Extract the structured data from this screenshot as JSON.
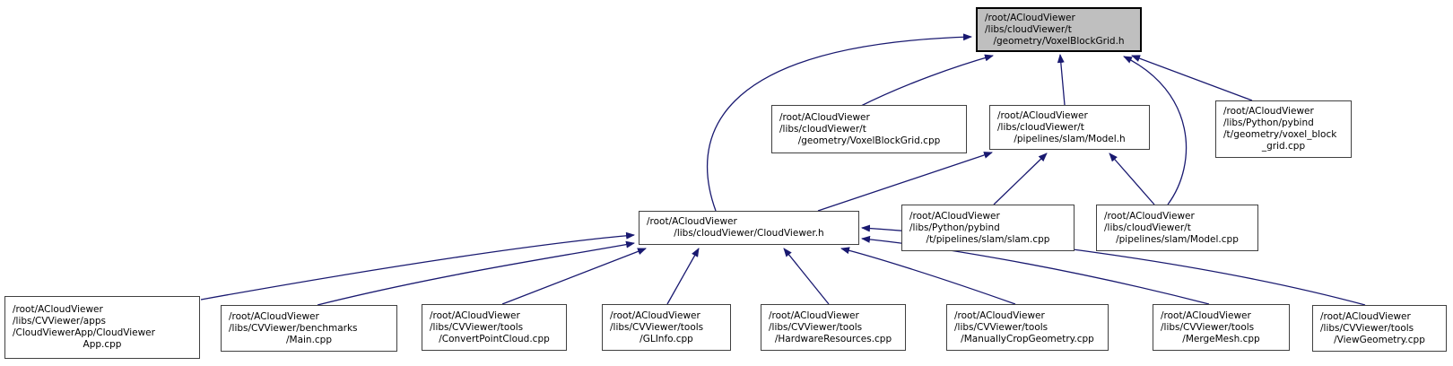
{
  "graph": {
    "description": "included-by dependency graph",
    "colors": {
      "edge": "#191970",
      "selected_fill": "#bfbfbf",
      "node_fill": "#ffffff",
      "node_border": "#404040"
    },
    "nodes": [
      {
        "id": "voxel-block-grid-h",
        "label": "/root/ACloudViewer\n/libs/cloudViewer/t\n/geometry/VoxelBlockGrid.h",
        "selected": true
      },
      {
        "id": "voxel-block-grid-cpp",
        "label": "/root/ACloudViewer\n/libs/cloudViewer/t\n/geometry/VoxelBlockGrid.cpp",
        "selected": false
      },
      {
        "id": "model-h",
        "label": "/root/ACloudViewer\n/libs/cloudViewer/t\n/pipelines/slam/Model.h",
        "selected": false
      },
      {
        "id": "pybind-voxel-block-grid-cpp",
        "label": "/root/ACloudViewer\n/libs/Python/pybind\n/t/geometry/voxel_block\n_grid.cpp",
        "selected": false
      },
      {
        "id": "cloudviewer-h",
        "label": "/root/ACloudViewer\n/libs/cloudViewer/CloudViewer.h",
        "selected": false
      },
      {
        "id": "pybind-slam-cpp",
        "label": "/root/ACloudViewer\n/libs/Python/pybind\n/t/pipelines/slam/slam.cpp",
        "selected": false
      },
      {
        "id": "model-cpp",
        "label": "/root/ACloudViewer\n/libs/cloudViewer/t\n/pipelines/slam/Model.cpp",
        "selected": false
      },
      {
        "id": "cloudviewer-app-cpp",
        "label": "/root/ACloudViewer\n/libs/CVViewer/apps\n/CloudViewerApp/CloudViewer\nApp.cpp",
        "selected": false
      },
      {
        "id": "benchmarks-main-cpp",
        "label": "/root/ACloudViewer\n/libs/CVViewer/benchmarks\n/Main.cpp",
        "selected": false
      },
      {
        "id": "convert-point-cloud-cpp",
        "label": "/root/ACloudViewer\n/libs/CVViewer/tools\n/ConvertPointCloud.cpp",
        "selected": false
      },
      {
        "id": "glinfo-cpp",
        "label": "/root/ACloudViewer\n/libs/CVViewer/tools\n/GLInfo.cpp",
        "selected": false
      },
      {
        "id": "hardware-resources-cpp",
        "label": "/root/ACloudViewer\n/libs/CVViewer/tools\n/HardwareResources.cpp",
        "selected": false
      },
      {
        "id": "manually-crop-geometry-cpp",
        "label": "/root/ACloudViewer\n/libs/CVViewer/tools\n/ManuallyCropGeometry.cpp",
        "selected": false
      },
      {
        "id": "merge-mesh-cpp",
        "label": "/root/ACloudViewer\n/libs/CVViewer/tools\n/MergeMesh.cpp",
        "selected": false
      },
      {
        "id": "view-geometry-cpp",
        "label": "/root/ACloudViewer\n/libs/CVViewer/tools\n/ViewGeometry.cpp",
        "selected": false
      }
    ],
    "edges": [
      {
        "from": "voxel-block-grid-cpp",
        "to": "voxel-block-grid-h"
      },
      {
        "from": "model-h",
        "to": "voxel-block-grid-h"
      },
      {
        "from": "pybind-voxel-block-grid-cpp",
        "to": "voxel-block-grid-h"
      },
      {
        "from": "cloudviewer-h",
        "to": "voxel-block-grid-h"
      },
      {
        "from": "model-cpp",
        "to": "voxel-block-grid-h"
      },
      {
        "from": "cloudviewer-h",
        "to": "model-h"
      },
      {
        "from": "pybind-slam-cpp",
        "to": "model-h"
      },
      {
        "from": "model-cpp",
        "to": "model-h"
      },
      {
        "from": "cloudviewer-app-cpp",
        "to": "cloudviewer-h"
      },
      {
        "from": "benchmarks-main-cpp",
        "to": "cloudviewer-h"
      },
      {
        "from": "convert-point-cloud-cpp",
        "to": "cloudviewer-h"
      },
      {
        "from": "glinfo-cpp",
        "to": "cloudviewer-h"
      },
      {
        "from": "hardware-resources-cpp",
        "to": "cloudviewer-h"
      },
      {
        "from": "manually-crop-geometry-cpp",
        "to": "cloudviewer-h"
      },
      {
        "from": "merge-mesh-cpp",
        "to": "cloudviewer-h"
      },
      {
        "from": "view-geometry-cpp",
        "to": "cloudviewer-h"
      }
    ]
  }
}
